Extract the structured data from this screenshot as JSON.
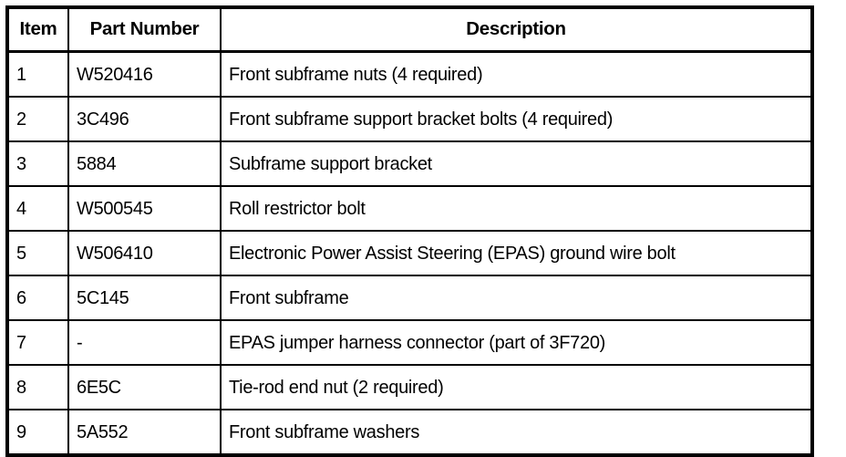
{
  "table": {
    "columns": [
      {
        "key": "item",
        "label": "Item"
      },
      {
        "key": "part_number",
        "label": "Part Number"
      },
      {
        "key": "description",
        "label": "Description"
      }
    ],
    "rows": [
      {
        "item": "1",
        "part_number": "W520416",
        "description": "Front subframe nuts (4 required)"
      },
      {
        "item": "2",
        "part_number": "3C496",
        "description": "Front subframe support bracket bolts (4 required)"
      },
      {
        "item": "3",
        "part_number": "5884",
        "description": "Subframe support bracket"
      },
      {
        "item": "4",
        "part_number": "W500545",
        "description": "Roll restrictor bolt"
      },
      {
        "item": "5",
        "part_number": "W506410",
        "description": "Electronic Power Assist Steering (EPAS) ground wire bolt"
      },
      {
        "item": "6",
        "part_number": "5C145",
        "description": "Front subframe"
      },
      {
        "item": "7",
        "part_number": "-",
        "description": "EPAS jumper harness connector (part of 3F720)"
      },
      {
        "item": "8",
        "part_number": "6E5C",
        "description": "Tie-rod end nut (2 required)"
      },
      {
        "item": "9",
        "part_number": "5A552",
        "description": "Front subframe washers"
      }
    ]
  },
  "colors": {
    "border": "#000000",
    "text": "#000000",
    "background": "#ffffff"
  }
}
